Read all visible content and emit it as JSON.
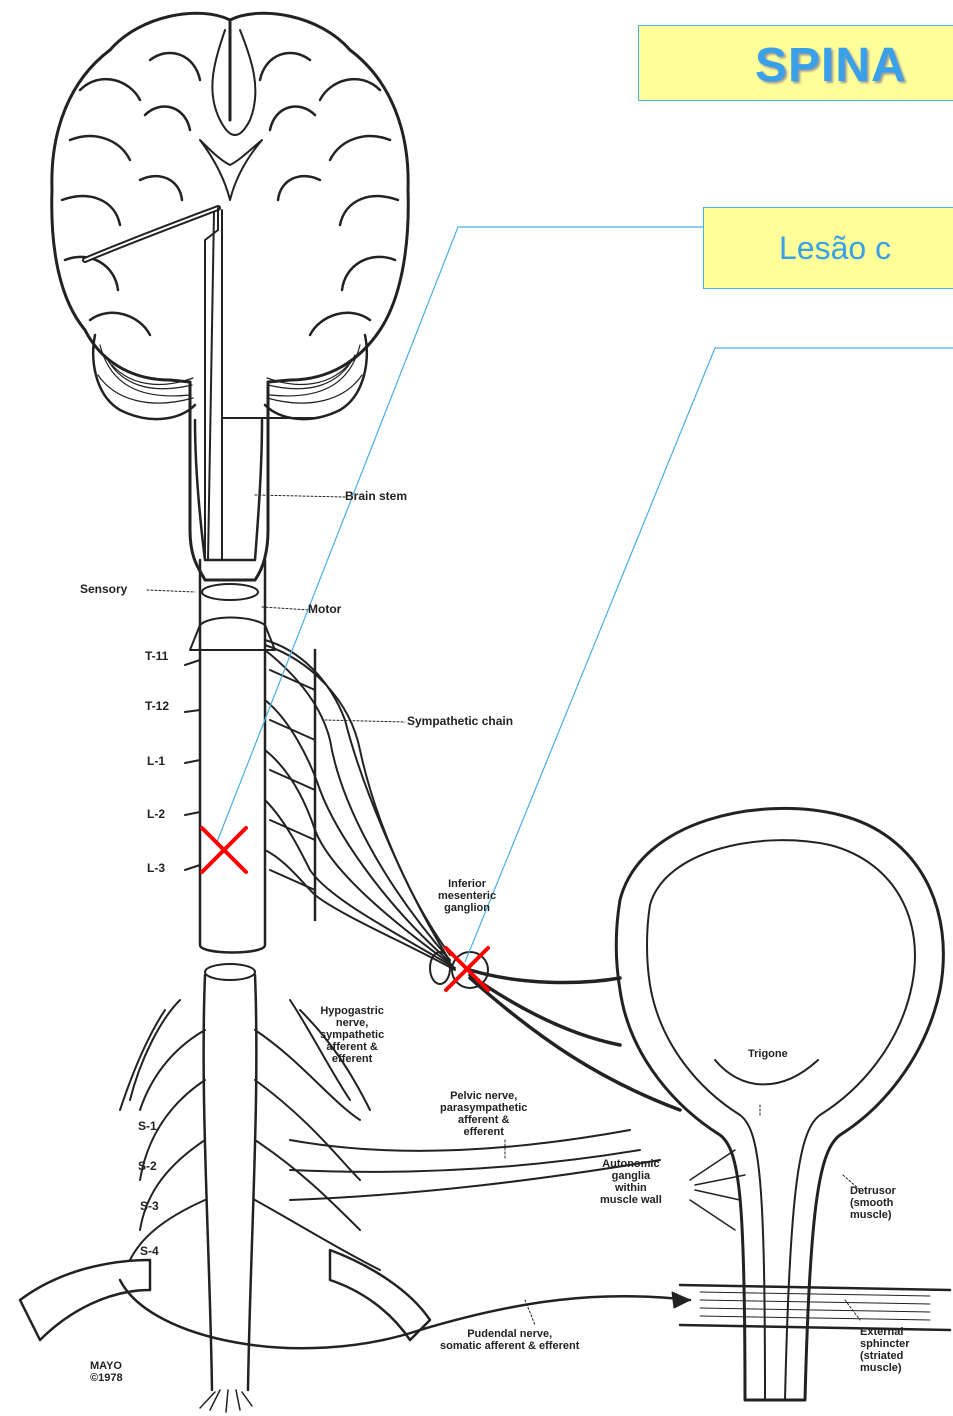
{
  "slide": {
    "title": "SPINA",
    "subtitle": "Lesão c"
  },
  "labels": {
    "brain_stem": "Brain stem",
    "sensory": "Sensory",
    "motor": "Motor",
    "t11": "T-11",
    "t12": "T-12",
    "l1": "L-1",
    "l2": "L-2",
    "l3": "L-3",
    "sympathetic_chain": "Sympathetic chain",
    "inferior_mesenteric": "Inferior\nmesenteric\nganglion",
    "hypogastric": "Hypogastric\nnerve,\nsympathetic\nafferent &\nefferent",
    "pelvic": "Pelvic nerve,\nparasympathetic\nafferent &\nefferent",
    "trigone": "Trigone",
    "autonomic": "Autonomic\nganglia\nwithin\nmuscle wall",
    "detrusor": "Detrusor\n(smooth\nmuscle)",
    "s1": "S-1",
    "s2": "S-2",
    "s3": "S-3",
    "s4": "S-4",
    "pudendal": "Pudendal nerve,\nsomatic afferent & efferent",
    "external_sphincter": "External\nsphincter\n(striated\nmuscle)",
    "mayo": "MAYO\n©1978"
  },
  "colors": {
    "title_fill": "#ffff99",
    "title_text": "#3aa0ea",
    "callout_line": "#4aaee8",
    "lesion_mark": "#ff0000",
    "ink": "#222222"
  }
}
